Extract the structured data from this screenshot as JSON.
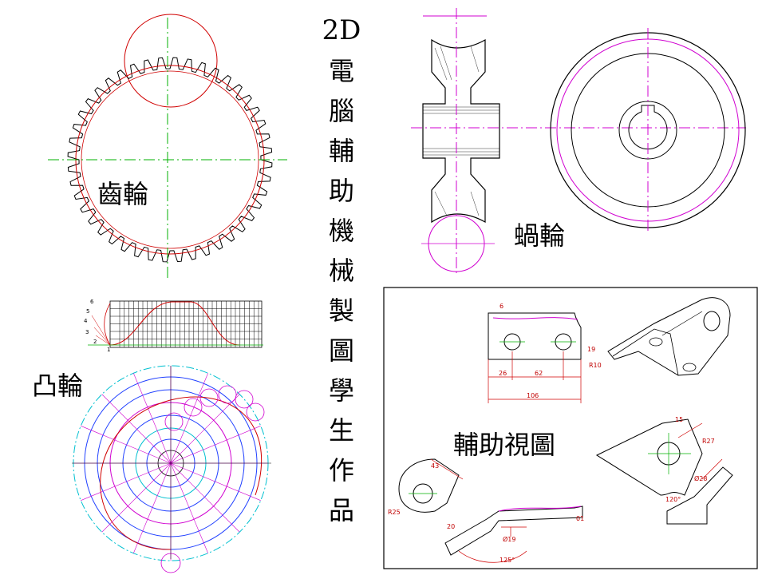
{
  "title": {
    "prefix": "2D",
    "chars": [
      "電",
      "腦",
      "輔",
      "助",
      "機",
      "械",
      "製",
      "圖",
      "學",
      "生",
      "作",
      "品"
    ]
  },
  "labels": {
    "gear": "齒輪",
    "worm": "蝸輪",
    "cam": "凸輪",
    "aux": "輔助視圖"
  },
  "dims": {
    "d6": "6",
    "d26": "26",
    "d62": "62",
    "d106": "106",
    "d19": "19",
    "dR10": "R10",
    "d15": "15",
    "dR27": "R27",
    "d43": "43",
    "dR25": "R25",
    "d20": "20",
    "d19b": "Ø19",
    "d125": "125°",
    "d28": "Ø28",
    "d120": "120°",
    "d01": "01"
  },
  "cam_scale": [
    "6",
    "5",
    "4",
    "3",
    "2",
    "1"
  ],
  "colors": {
    "red": "#d00000",
    "green": "#00b000",
    "magenta": "#d000d0",
    "blue": "#2040ff",
    "cyan": "#00c0d0",
    "black": "#000000"
  }
}
